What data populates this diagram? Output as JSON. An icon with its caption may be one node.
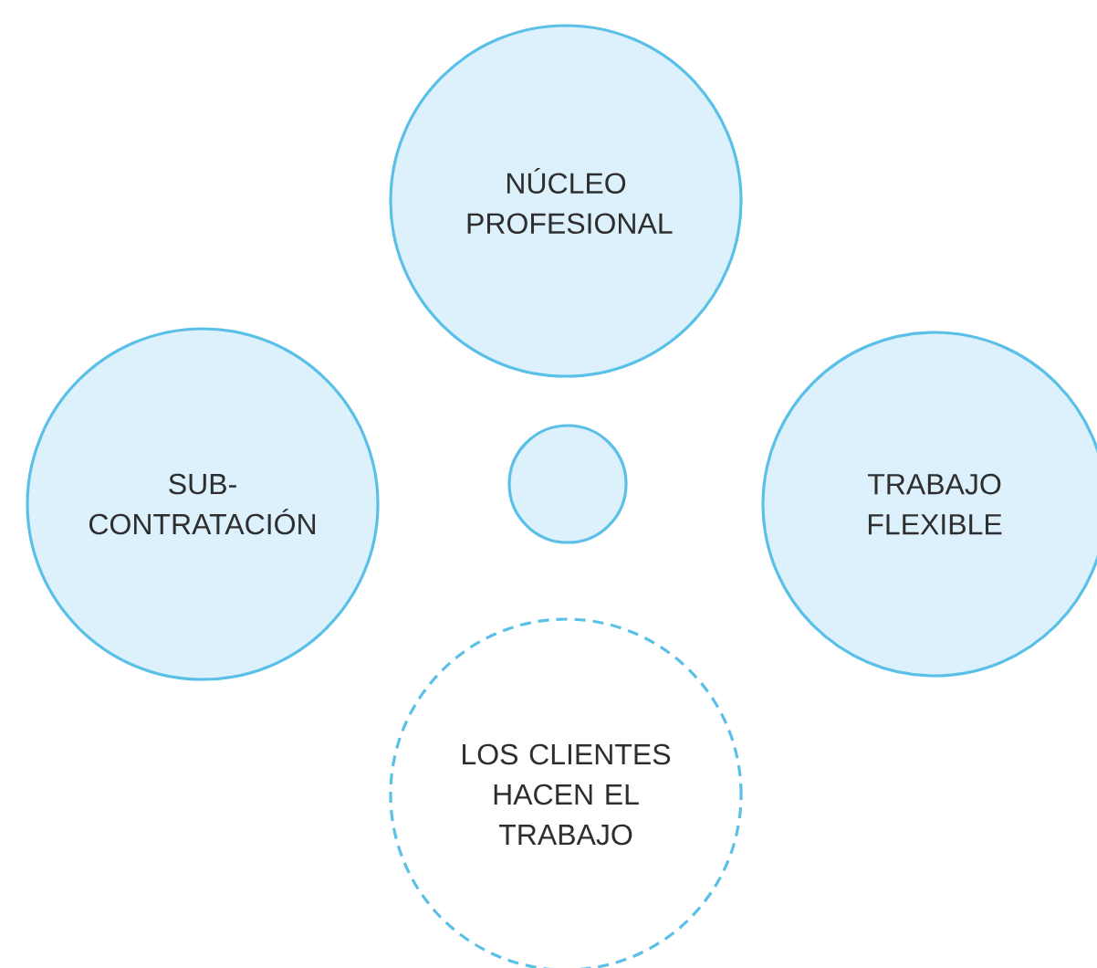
{
  "diagram": {
    "nodes": [
      {
        "text": [
          "NÚCLEO PROFESIONAL"
        ]
      },
      {
        "text": [
          "SUB- CONTRATACIÓN"
        ]
      },
      {
        "text": [],
        "shape": "circle"
      },
      {
        "text": [
          "TRABAJO FLEXIBLE"
        ]
      },
      {
        "text": [
          "LOS CLIENTES HACEN EL TRABAJO"
        ]
      }
    ]
  }
}
